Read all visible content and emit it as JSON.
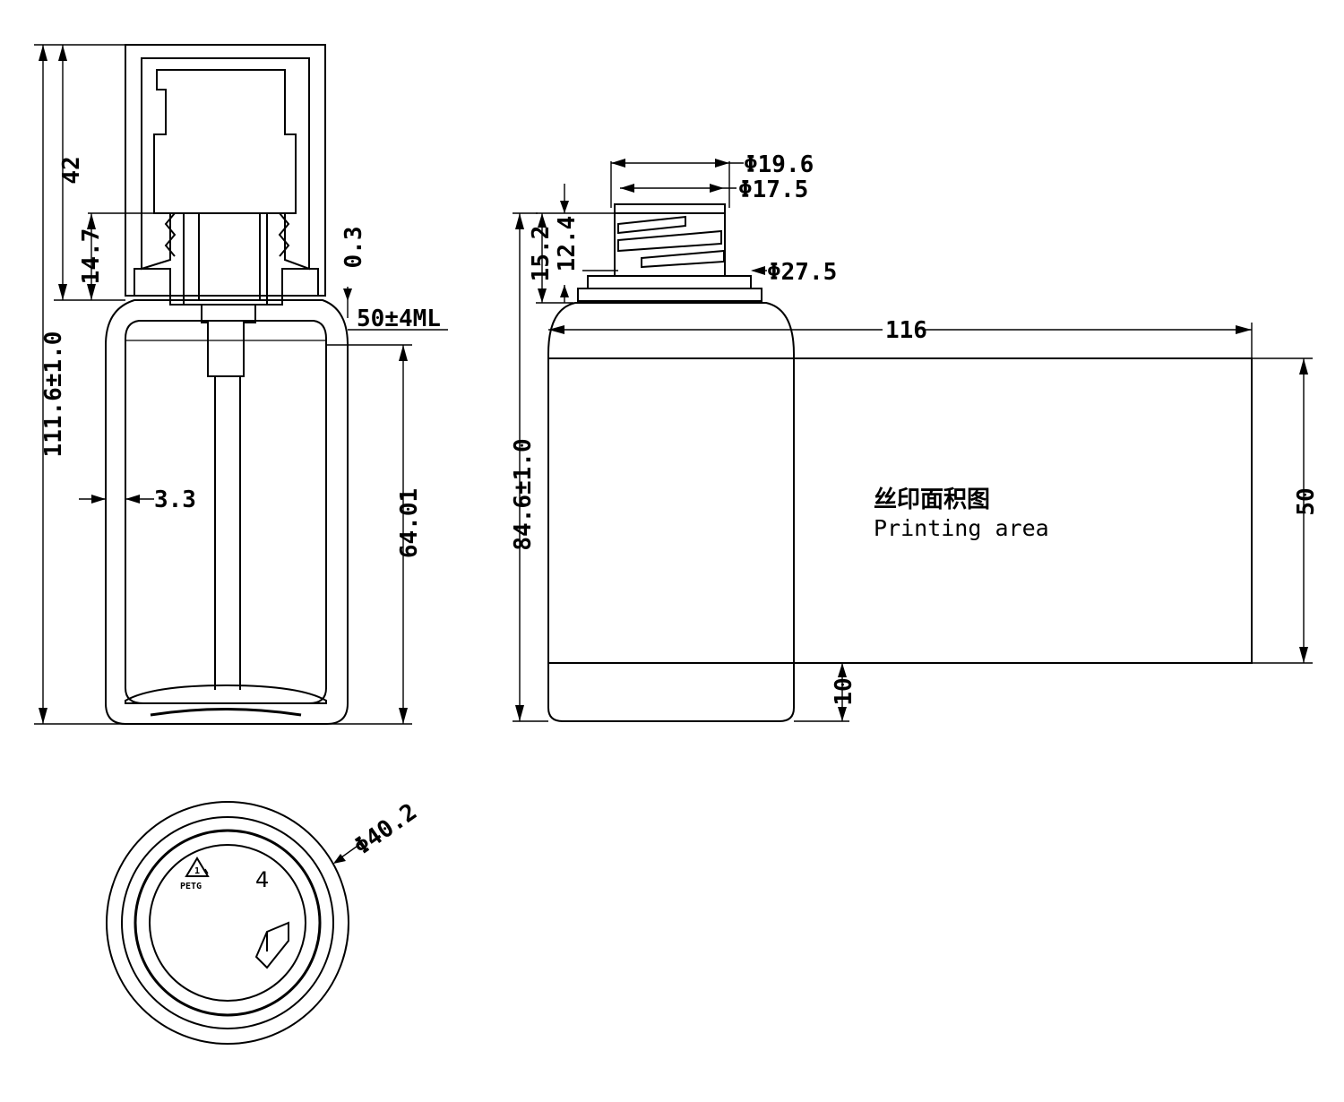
{
  "front_view": {
    "overall_height": "111.6±1.0",
    "cap_height": "42",
    "neck_height": "14.7",
    "gap": "0.3",
    "capacity": "50±4ML",
    "wall_thickness": "3.3",
    "fill_height": "64.01"
  },
  "side_view": {
    "thread_outer_dia": "Φ19.6",
    "thread_inner_dia": "Φ17.5",
    "shoulder_dia": "Φ27.5",
    "neck_total": "15.2",
    "thread_height": "12.4",
    "body_height": "84.6±1.0",
    "print_width": "116",
    "print_height": "50",
    "bottom_margin": "10",
    "area_label_cn": "丝印面积图",
    "area_label_en": "Printing area"
  },
  "bottom_view": {
    "diameter": "Φ40.2",
    "recycle_code": "1",
    "material": "PETG",
    "cavity_number": "4"
  }
}
